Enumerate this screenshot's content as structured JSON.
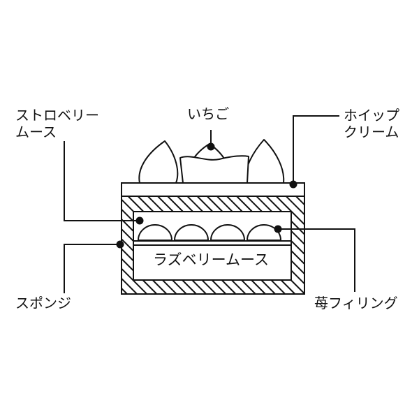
{
  "labels": {
    "strawberry_mousse": [
      "ストロベリー",
      "ムース"
    ],
    "ichigo": "いちご",
    "whipped_cream": [
      "ホイップ",
      "クリーム"
    ],
    "sponge": "スポンジ",
    "strawberry_filling": "苺フィリング",
    "raspberry_mousse": "ラズベリームース"
  },
  "colors": {
    "stroke": "#111111",
    "background": "#ffffff"
  }
}
